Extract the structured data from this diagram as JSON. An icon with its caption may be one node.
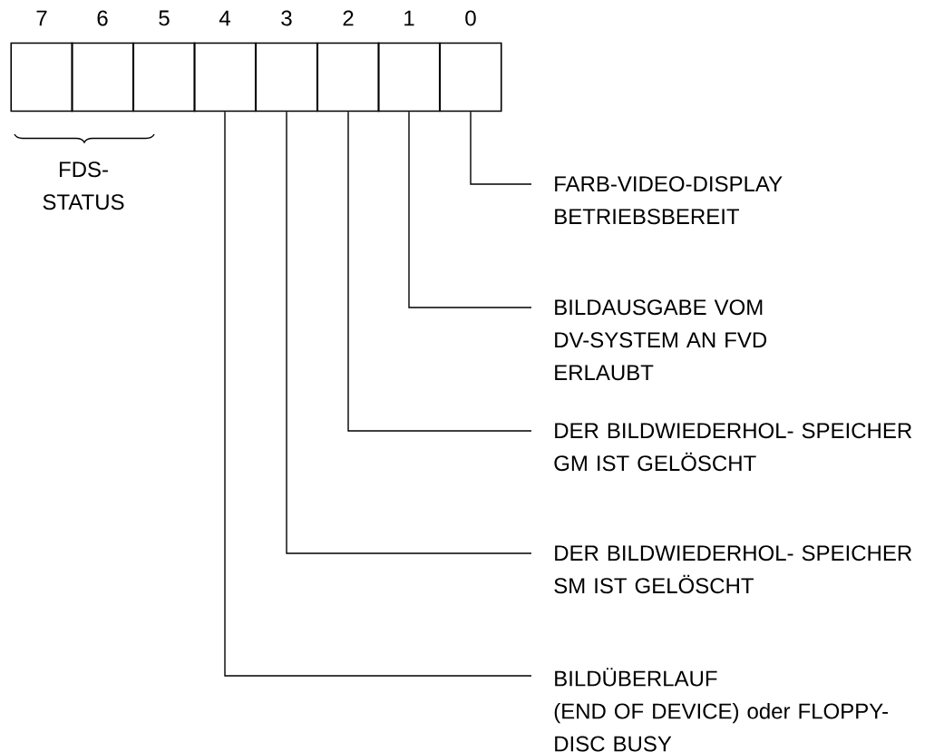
{
  "diagram": {
    "nodes": [
      {
        "text": [],
        "shape": "box",
        "beside": [
          "7"
        ]
      },
      {
        "text": [],
        "shape": "box",
        "beside": [
          "6"
        ]
      },
      {
        "text": [],
        "shape": "box",
        "beside": [
          "5"
        ]
      },
      {
        "text": [],
        "shape": "box",
        "beside": [
          "4"
        ]
      },
      {
        "text": [],
        "shape": "box",
        "beside": [
          "3"
        ]
      },
      {
        "text": [],
        "shape": "box",
        "beside": [
          "2"
        ]
      },
      {
        "text": [],
        "shape": "box",
        "beside": [
          "1"
        ]
      },
      {
        "text": [],
        "shape": "box",
        "beside": [
          "0"
        ]
      },
      {
        "text": [
          "FARB-VIDEO-DISPLAY BETRIEBSBEREIT"
        ]
      },
      {
        "text": [
          "BILDAUSGABE VOM DV-SYSTEM AN FVD ERLAUBT"
        ]
      },
      {
        "text": [
          "DER BILDWIEDERHOL- SPEICHER GM IST GELÖSCHT"
        ]
      },
      {
        "text": [
          "DER BILDWIEDERHOL- SPEICHER SM IST GELÖSCHT"
        ]
      },
      {
        "text": [
          "BILDÜBERLAUF",
          "(END OF DEVICE) oder FLOPPY-DISC BUSY"
        ]
      }
    ],
    "edges": [
      {
        "from": 7,
        "to": 8,
        "arrow": "none"
      },
      {
        "from": 6,
        "to": 9,
        "arrow": "none"
      },
      {
        "from": 5,
        "to": 10,
        "arrow": "none"
      },
      {
        "from": 4,
        "to": 11,
        "arrow": "none"
      },
      {
        "from": 3,
        "to": 12,
        "arrow": "none"
      }
    ],
    "labels": [
      "FDS- STATUS"
    ]
  }
}
